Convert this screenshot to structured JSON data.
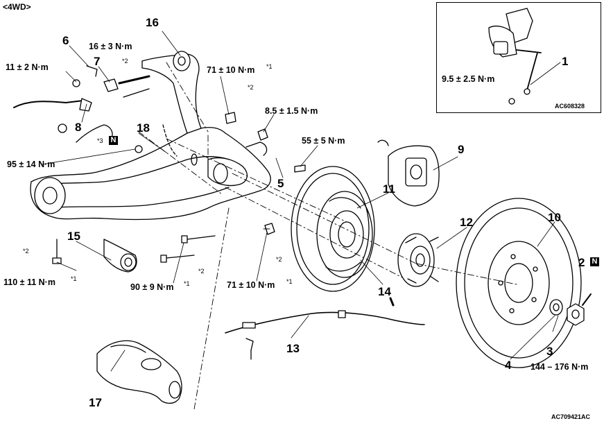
{
  "header": "<4WD>",
  "figure_code": "AC709421AC",
  "inset": {
    "figure_code": "AC608328",
    "torque": "9.5 ± 2.5 N·m",
    "callout": "1"
  },
  "callouts": {
    "c1": "1",
    "c2": "2",
    "c3": "3",
    "c4": "4",
    "c5": "5",
    "c6": "6",
    "c7": "7",
    "c8": "8",
    "c9": "9",
    "c10": "10",
    "c11": "11",
    "c12": "12",
    "c13": "13",
    "c14": "14",
    "c15": "15",
    "c16": "16",
    "c17": "17",
    "c18": "18"
  },
  "torques": {
    "t_11": "11 ± 2 N·m",
    "t_16": "16 ± 3 N·m",
    "t_71_top": "71 ± 10 N·m",
    "t_8_5": "8.5 ± 1.5 N·m",
    "t_55": "55 ± 5 N·m",
    "t_95": "95 ± 14 N·m",
    "t_110": "110 ± 11 N·m",
    "t_90": "90 ± 9 N·m",
    "t_71_bottom": "71 ± 10 N·m",
    "t_144": "144 – 176 N·m"
  },
  "notes": {
    "star1": "*1",
    "star2": "*2",
    "star3": "*3"
  },
  "new_part_mark": "N"
}
